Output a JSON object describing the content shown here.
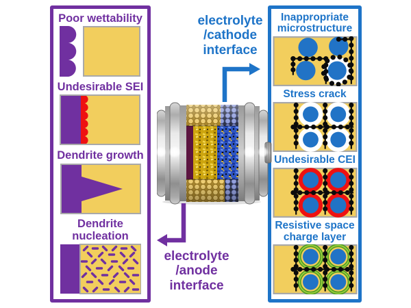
{
  "palette": {
    "purple": "#7030A0",
    "blue": "#1E74C8",
    "yellow": "#F2CE5D",
    "grayBorder": "#A9A9A9",
    "red": "#EE1111",
    "circleBlue": "#2173C6",
    "greenDark": "#4C9A21",
    "greenLight": "#9ACD3C",
    "dotBlack": "#0B0B0B",
    "maroon": "#5C1540",
    "gold": "#CDA50F",
    "cathodeBlue": "#2E55C3"
  },
  "left_panel": {
    "items": [
      {
        "label": "Poor wettability"
      },
      {
        "label": "Undesirable SEI"
      },
      {
        "label": "Dendrite growth"
      },
      {
        "label": "Dendrite nucleation"
      }
    ]
  },
  "right_panel": {
    "items": [
      {
        "label": "Inappropriate microstructure"
      },
      {
        "label": "Stress crack"
      },
      {
        "label": "Undesirable CEI"
      },
      {
        "label": "Resistive space charge layer"
      }
    ]
  },
  "center_labels": {
    "cathode": "electrolyte\n/cathode\ninterface",
    "anode": "electrolyte\n/anode\ninterface"
  }
}
